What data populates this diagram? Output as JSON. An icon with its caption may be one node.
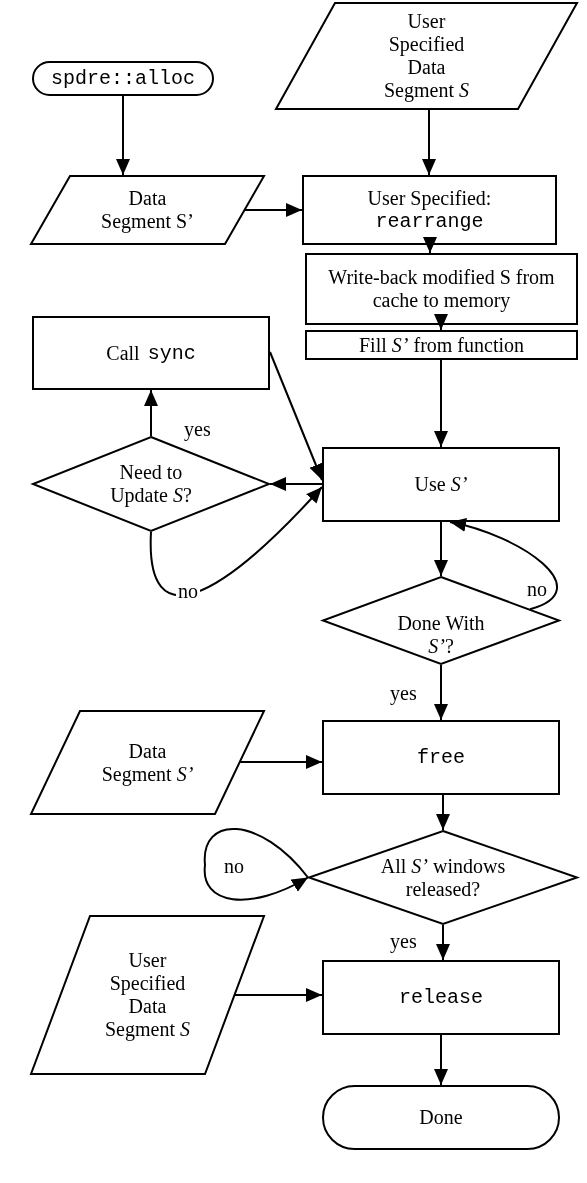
{
  "diagram": {
    "nodes": [
      {
        "text": [
          "spdre::alloc"
        ]
      },
      {
        "text": [
          "User Specified Data Segment *S*"
        ]
      },
      {
        "text": [
          "Data Segment S’"
        ]
      },
      {
        "text": [
          "User Specified:",
          "rearrange"
        ]
      },
      {
        "text": [
          "Write-back modified S from cache to memory"
        ]
      },
      {
        "text": [
          "Fill *S’* from function"
        ]
      },
      {
        "text": [
          "Call",
          "sync"
        ]
      },
      {
        "text": [
          "Need to Update *S*?"
        ]
      },
      {
        "text": [
          "Use *S’*"
        ]
      },
      {
        "text": [
          "Done With *S’*?"
        ]
      },
      {
        "text": [
          "Data Segment *S’*"
        ]
      },
      {
        "text": [
          "free"
        ]
      },
      {
        "text": [
          "All *S’* windows released?"
        ]
      },
      {
        "text": [
          "User Specified Data Segment *S*"
        ]
      },
      {
        "text": [
          "release"
        ]
      },
      {
        "text": [
          "Done"
        ]
      }
    ],
    "edges": [
      {
        "from": 0,
        "to": 2,
        "arrow": "to"
      },
      {
        "from": 1,
        "to": 3,
        "arrow": "to"
      },
      {
        "from": 2,
        "to": 3,
        "arrow": "to"
      },
      {
        "from": 3,
        "to": 4,
        "arrow": "to"
      },
      {
        "from": 4,
        "to": 5,
        "arrow": "to"
      },
      {
        "from": 5,
        "to": 8,
        "arrow": "to"
      },
      {
        "from": 8,
        "to": 7,
        "arrow": "to"
      },
      {
        "from": 7,
        "to": 6,
        "arrow": "to",
        "label": "yes"
      },
      {
        "from": 6,
        "to": 8,
        "arrow": "to"
      },
      {
        "from": 7,
        "to": 8,
        "arrow": "to",
        "label": "no"
      },
      {
        "from": 8,
        "to": 9,
        "arrow": "to"
      },
      {
        "from": 9,
        "to": 8,
        "arrow": "to",
        "label": "no"
      },
      {
        "from": 9,
        "to": 11,
        "arrow": "to",
        "label": "yes"
      },
      {
        "from": 10,
        "to": 11,
        "arrow": "to"
      },
      {
        "from": 11,
        "to": 12,
        "arrow": "to"
      },
      {
        "from": 12,
        "to": 12,
        "arrow": "to",
        "label": "no"
      },
      {
        "from": 12,
        "to": 14,
        "arrow": "to",
        "label": "yes"
      },
      {
        "from": 13,
        "to": 14,
        "arrow": "to"
      },
      {
        "from": 14,
        "to": 15,
        "arrow": "to"
      }
    ]
  }
}
